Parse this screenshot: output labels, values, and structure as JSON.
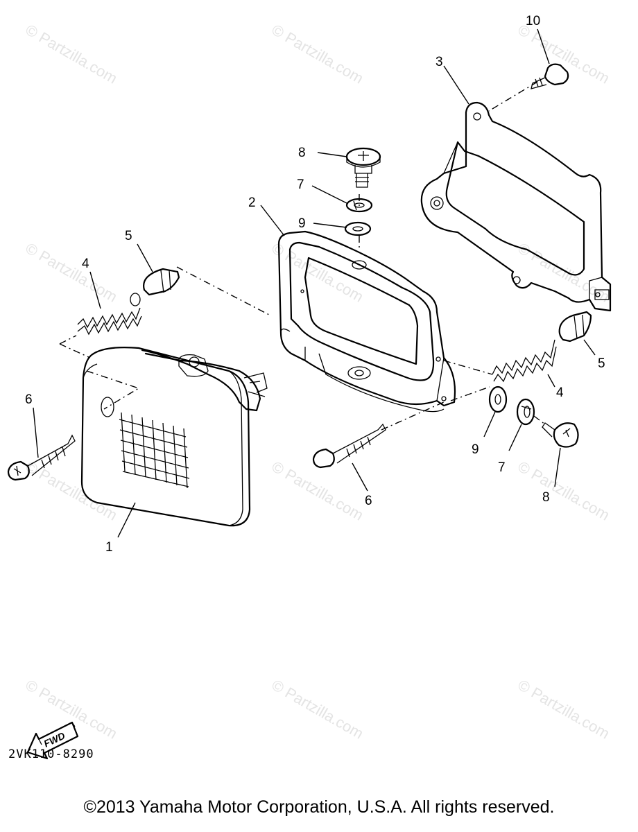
{
  "watermark": "© Partzilla.com",
  "diagram_code": "2VK110-8290",
  "direction_badge": "FWD",
  "copyright": "©2013 Yamaha Motor Corporation, U.S.A. All rights reserved.",
  "callouts": {
    "c10": "10",
    "c3": "3",
    "c8_top": "8",
    "c7_top": "7",
    "c9_top": "9",
    "c2": "2",
    "c5_left": "5",
    "c4_left": "4",
    "c6_left": "6",
    "c1": "1",
    "c5_right": "5",
    "c4_right": "4",
    "c9_bottom": "9",
    "c7_bottom": "7",
    "c8_bottom": "8",
    "c6_bottom": "6"
  }
}
